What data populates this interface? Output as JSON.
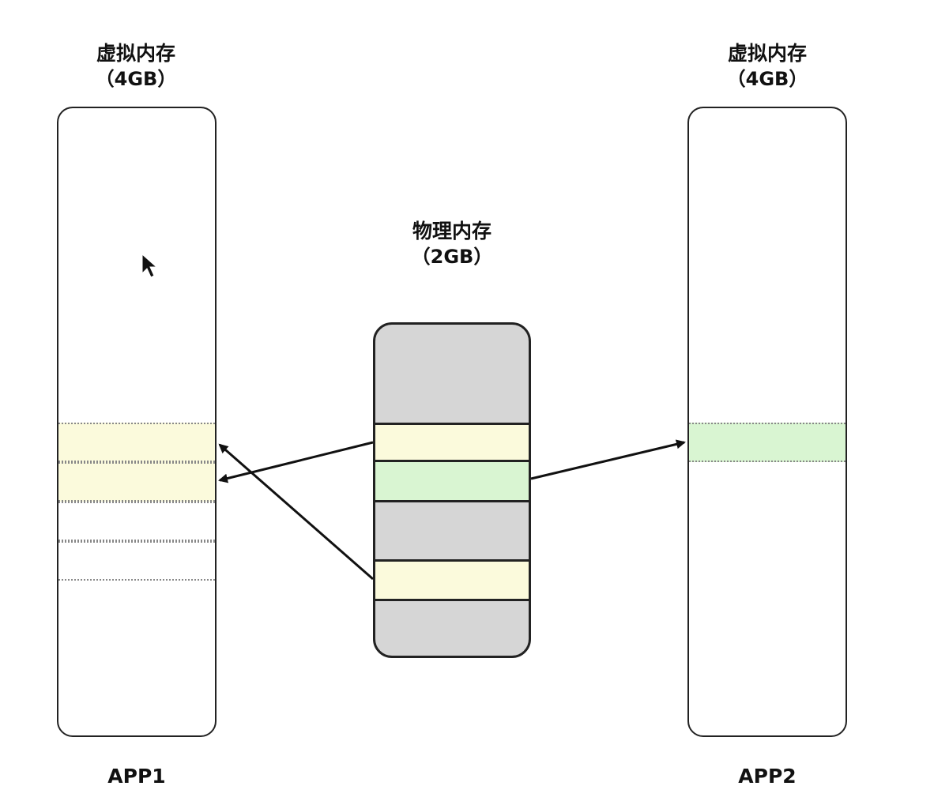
{
  "virtual_left": {
    "title": "虚拟内存",
    "size": "（4GB）",
    "app": "APP1"
  },
  "virtual_right": {
    "title": "虚拟内存",
    "size": "（4GB）",
    "app": "APP2"
  },
  "physical": {
    "title": "物理内存",
    "size": "（2GB）"
  },
  "colors": {
    "allocated_app1": "#fbfadc",
    "allocated_app2": "#d9f5d2",
    "physical_free": "#d6d6d6",
    "outline": "#222222"
  }
}
